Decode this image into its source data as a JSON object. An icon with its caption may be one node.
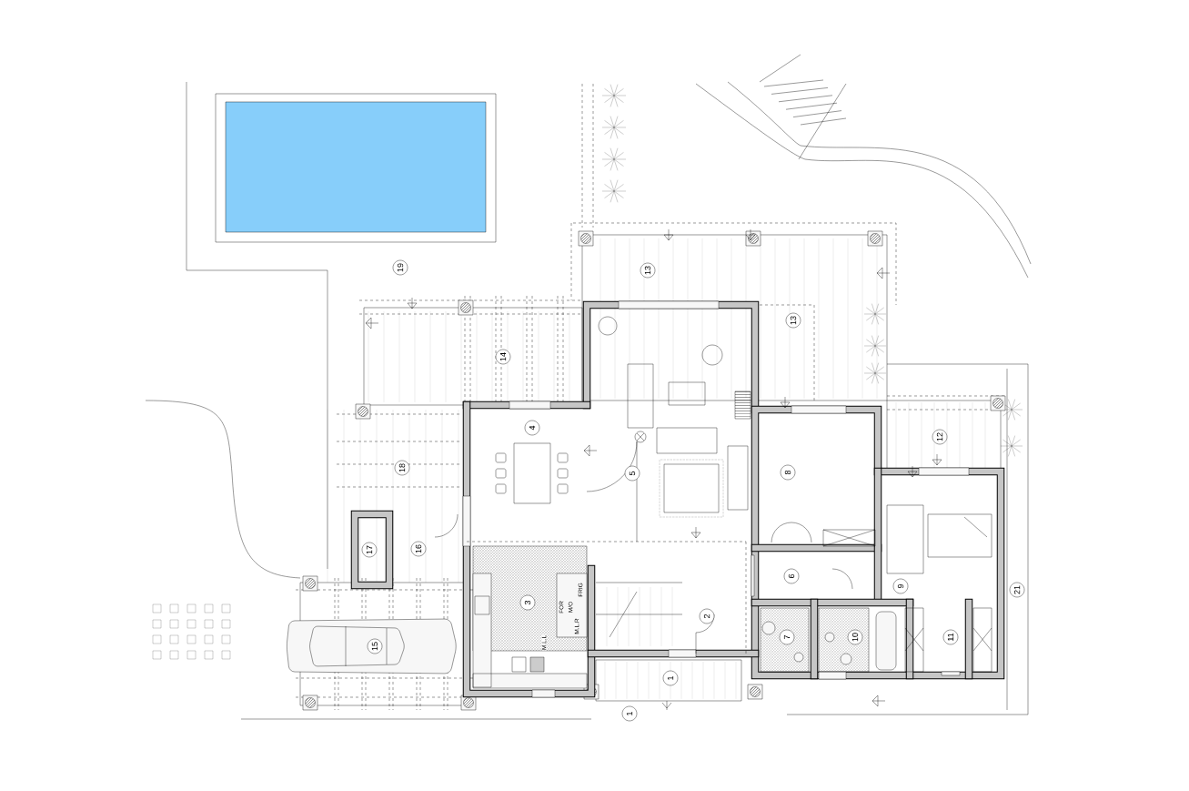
{
  "diagram": {
    "labels": [
      "19",
      "13",
      "13",
      "14",
      "4",
      "12",
      "18",
      "5",
      "8",
      "17",
      "16",
      "6",
      "9",
      "21",
      "FOR",
      "M/O",
      "FRIG",
      "M.L.R",
      "3",
      "2",
      "7",
      "10",
      "11",
      "M.L.L",
      "15",
      "1",
      "1"
    ]
  }
}
